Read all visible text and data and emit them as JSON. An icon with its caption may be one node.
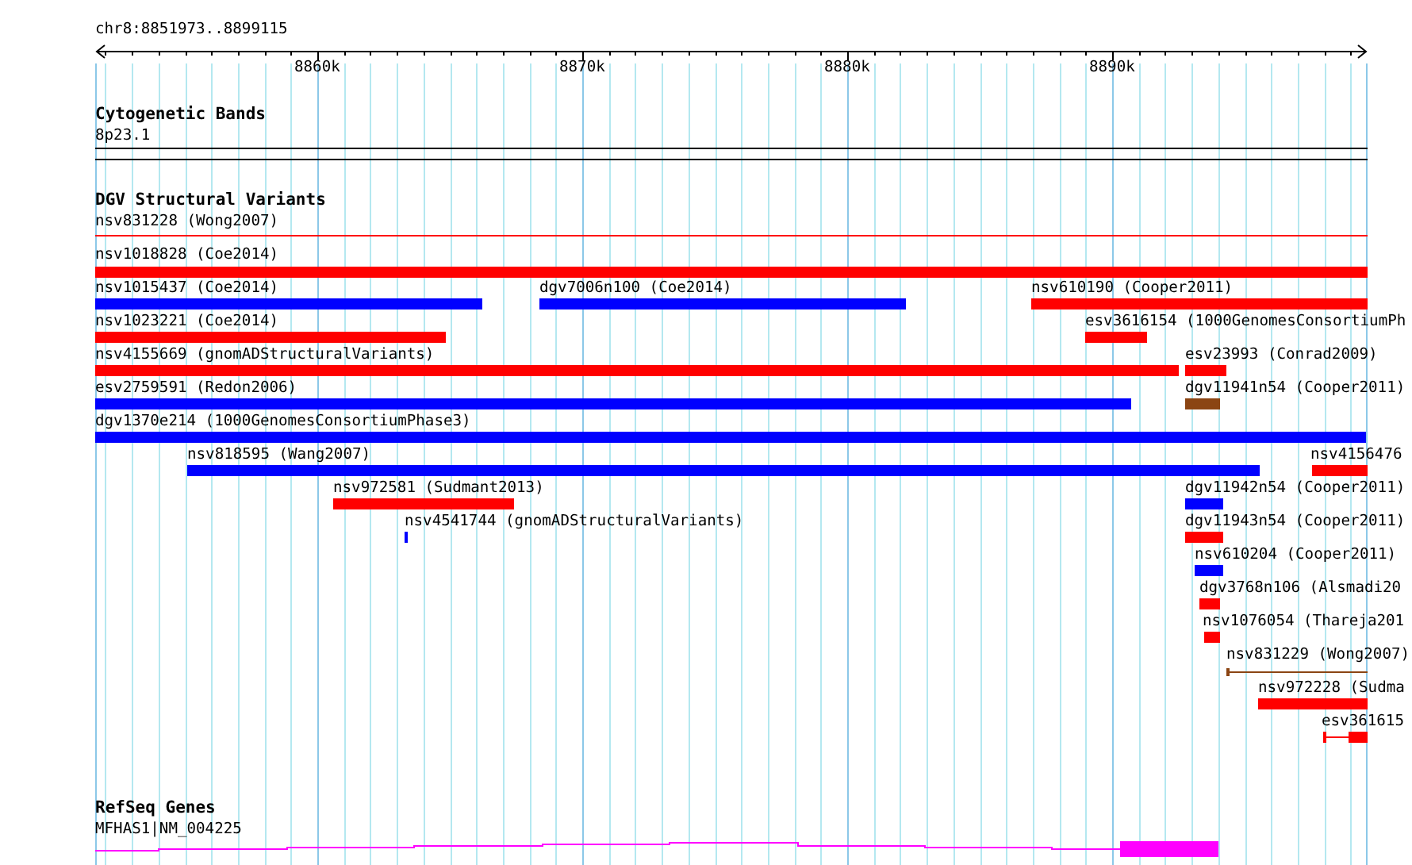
{
  "diagram": {
    "nodes": [
      {
        "text": [
          "8p23.1"
        ]
      },
      {
        "text": [
          "nsv831228 (Wong2007)"
        ]
      },
      {
        "text": [
          "nsv1018828 (Coe2014)"
        ]
      },
      {
        "text": [
          "nsv1015437 (Coe2014)"
        ]
      },
      {
        "text": [
          "dgv7006n100 (Coe2014)"
        ]
      },
      {
        "text": [
          "nsv610190 (Cooper2011)"
        ]
      },
      {
        "text": [
          "nsv1023221 (Coe2014)"
        ]
      },
      {
        "text": [
          "esv3616154 (1000GenomesConsortiumPh"
        ]
      },
      {
        "text": [
          "nsv4155669 (gnomADStructuralVariants)"
        ]
      },
      {
        "text": [
          "esv23993 (Conrad2009)"
        ]
      },
      {
        "text": [
          "esv2759591 (Redon2006)"
        ]
      },
      {
        "text": [
          "dgv11941n54 (Cooper2011)"
        ]
      },
      {
        "text": [
          "dgv1370e214 (1000GenomesConsortiumPhase3)"
        ]
      },
      {
        "text": [
          "nsv818595 (Wang2007)"
        ]
      },
      {
        "text": [
          "nsv4156476"
        ]
      },
      {
        "text": [
          "nsv972581 (Sudmant2013)"
        ]
      },
      {
        "text": [
          "dgv11942n54 (Cooper2011)"
        ]
      },
      {
        "text": [
          "nsv4541744 (gnomADStructuralVariants)"
        ]
      },
      {
        "text": [
          "dgv11943n54 (Cooper2011)"
        ]
      },
      {
        "text": [
          "nsv610204 (Cooper2011)"
        ]
      },
      {
        "text": [
          "dgv3768n106 (Alsmadi20"
        ]
      },
      {
        "text": [
          "nsv1076054 (Thareja201"
        ]
      },
      {
        "text": [
          "nsv831229 (Wong2007)"
        ]
      },
      {
        "text": [
          "nsv972228 (Sudma"
        ]
      },
      {
        "text": [
          "esv361615"
        ]
      },
      {
        "text": [
          "MFHAS1|NM_004225"
        ]
      }
    ],
    "labels": [
      "chr8:8851973..8899115",
      "8860k",
      "8870k",
      "8880k",
      "8890k",
      "Cytogenetic Bands",
      "DGV Structural Variants",
      "RefSeq Genes"
    ]
  }
}
